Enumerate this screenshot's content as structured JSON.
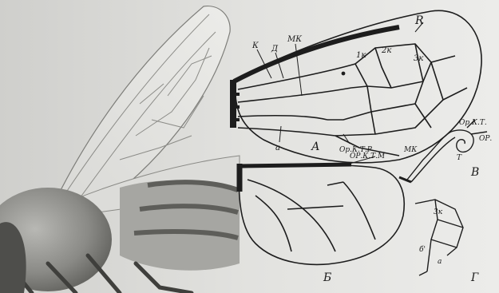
{
  "figure": {
    "labels": {
      "K": "К",
      "D": "Д",
      "MK": "МК",
      "R": "R",
      "k1": "1к",
      "k2": "2к",
      "k3": "3к",
      "a": "а",
      "A": "А",
      "or_ktr": "Ор.К.Т.Р",
      "or_ktm": "ОР.К.Т.М",
      "B_label": "Б",
      "V_label": "В",
      "G_label": "Г",
      "or_kt_right": "Ор.К.Т.",
      "or_right": "ОР.",
      "t": "Т",
      "mk_small": "МК",
      "k3_small": "3к",
      "b_prime": "б'",
      "a_small": "а"
    }
  }
}
